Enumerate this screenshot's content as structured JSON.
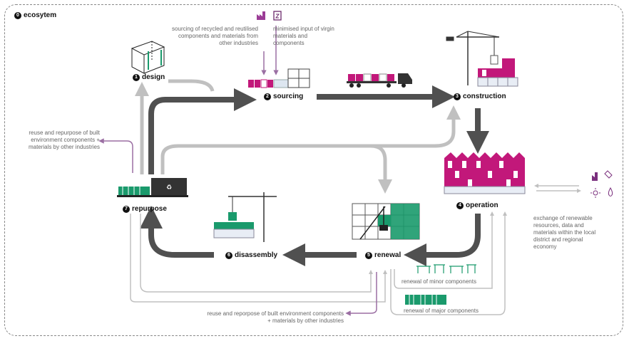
{
  "ecosystem": {
    "number": "0",
    "label": "ecosytem"
  },
  "stages": {
    "design": {
      "number": "1",
      "label": "design"
    },
    "sourcing": {
      "number": "2",
      "label": "sourcing"
    },
    "construction": {
      "number": "3",
      "label": "construction"
    },
    "operation": {
      "number": "4",
      "label": "operation"
    },
    "renewal": {
      "number": "5",
      "label": "renewal"
    },
    "disassembly": {
      "number": "6",
      "label": "disassembly"
    },
    "repurpose": {
      "number": "7",
      "label": "repurpose"
    }
  },
  "notes": {
    "sourcing_recycled": "sourcing of recycled and reutilised components and materials from other industries",
    "virgin_input": "minimised input of virgin materials and components",
    "reuse_left": "reuse and repurpose of built environment components + materials by other industries",
    "exchange": "exchange of renewable resources, data and materials within the local district and regional economy",
    "minor": "renewal of minor components",
    "major": "renewal of major components",
    "reuse_bottom": "reuse and reporpose of built environment components + materials by other industries"
  },
  "colors": {
    "magenta": "#c2187a",
    "green": "#1a9a6c",
    "purple": "#9b6fa3",
    "dark": "#505050",
    "light": "#c0c0c0"
  },
  "icons": [
    "factory-icon",
    "recycle-bin-icon",
    "plug-icon",
    "sun-icon",
    "water-drop-icon",
    "crane-icon",
    "truck-icon"
  ]
}
